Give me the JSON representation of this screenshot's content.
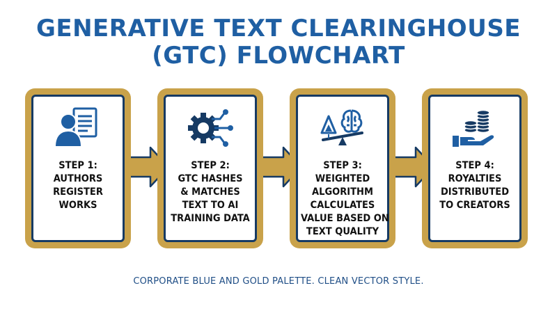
{
  "title": {
    "line1": "GENERATIVE TEXT CLEARINGHOUSE",
    "line2": "(GTC) FLOWCHART"
  },
  "colors": {
    "title_blue": "#1f5fa3",
    "navy": "#163a63",
    "gold": "#c9a24a"
  },
  "steps": [
    {
      "icon": "author-document-icon",
      "lines": [
        "STEP 1:",
        "AUTHORS",
        "REGISTER",
        "WORKS"
      ]
    },
    {
      "icon": "gear-circuit-icon",
      "lines": [
        "STEP 2:",
        "GTC HASHES",
        "& MATCHES",
        "TEXT TO AI",
        "TRAINING DATA"
      ]
    },
    {
      "icon": "scale-brain-icon",
      "lines": [
        "STEP 3:",
        "WEIGHTED",
        "ALGORITHM",
        "CALCULATES",
        "VALUE BASED ON",
        "TEXT QUALITY"
      ]
    },
    {
      "icon": "hand-coins-icon",
      "lines": [
        "STEP 4:",
        "ROYALTIES",
        "DISTRIBUTED",
        "TO CREATORS"
      ]
    }
  ],
  "footer": "CORPORATE BLUE AND GOLD PALETTE. CLEAN VECTOR STYLE."
}
